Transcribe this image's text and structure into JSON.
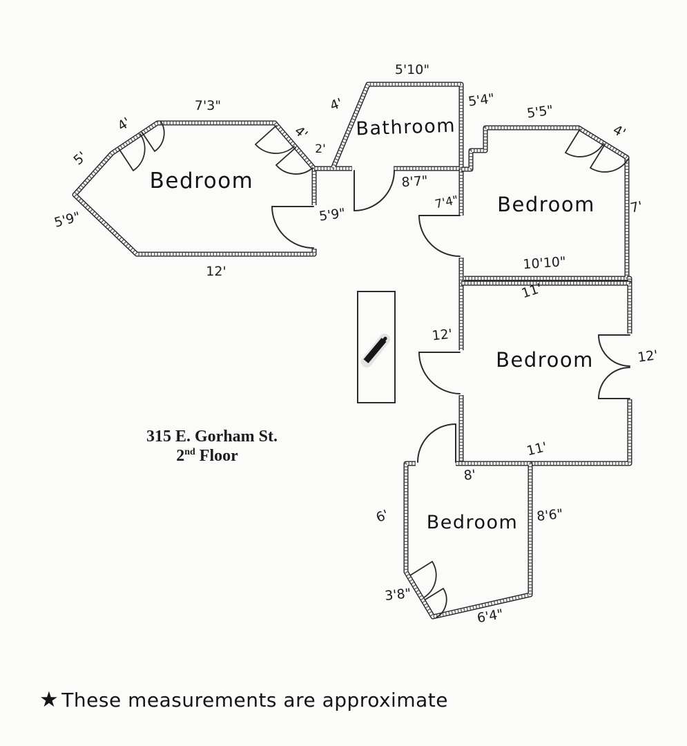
{
  "page": {
    "background": "#fbfbf9",
    "ink": "#1f1f1f"
  },
  "title": {
    "address_line1": "315 E. Gorham St.",
    "floor_number": "2",
    "floor_ordinal": "nd",
    "floor_word": "Floor"
  },
  "footnote": {
    "star": "★",
    "text": "These measurements are approximate"
  },
  "rooms": {
    "bedroom_left": {
      "name": "Bedroom"
    },
    "bathroom": {
      "name": "Bathroom"
    },
    "bedroom_northeast": {
      "name": "Bedroom"
    },
    "bedroom_east": {
      "name": "Bedroom"
    },
    "bedroom_south": {
      "name": "Bedroom"
    }
  },
  "measurements": {
    "bedroom_left": {
      "upper_left_diagonal": "4'",
      "top": "7'3\"",
      "upper_right_diagonal": "4'",
      "left_upper": "5'",
      "left_lower": "5'9\"",
      "bottom": "12'",
      "right": "5'9\""
    },
    "bathroom": {
      "top": "5'10\"",
      "left_diagonal": "4'",
      "right": "5'4\"",
      "entry_segment": "2'"
    },
    "hallway": {
      "top_wall": "8'7\"",
      "east_wall": "7'4\""
    },
    "bedroom_northeast": {
      "top": "5'5\"",
      "upper_right_diagonal": "4'",
      "right": "7'",
      "bottom": "10'10\""
    },
    "bedroom_east": {
      "top": "11'",
      "right": "12'",
      "bottom": "11'",
      "left": "12'"
    },
    "bedroom_south": {
      "top": "8'",
      "left": "6'",
      "right": "8'6\"",
      "lower_left_diagonal": "3'8\"",
      "bottom_diagonal": "6'4\""
    }
  }
}
